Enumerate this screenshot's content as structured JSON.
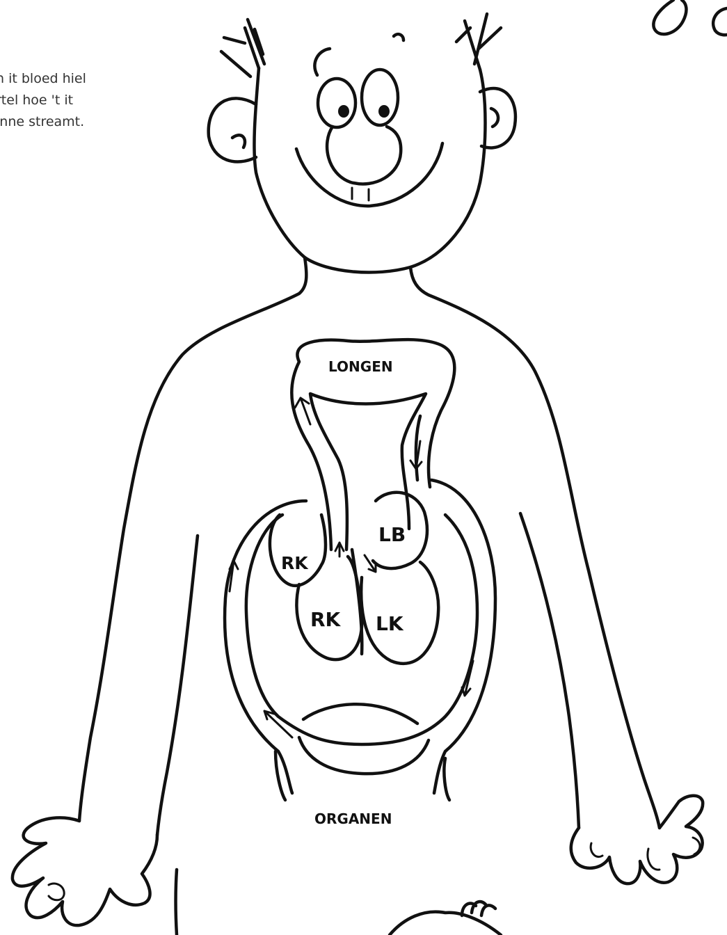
{
  "intro_text": {
    "line1": "n it bloed hiel",
    "line2": "rtel hoe 't it",
    "line3": "inne streamt."
  },
  "diagram_labels": {
    "lungs": "LONGEN",
    "right_atrium": "RK",
    "right_ventricle": "RK",
    "left_atrium": "LB",
    "left_ventricle": "LK",
    "organs": "ORGANEN"
  },
  "colors": {
    "ink": "#111111",
    "text": "#333333",
    "background": "#ffffff"
  }
}
